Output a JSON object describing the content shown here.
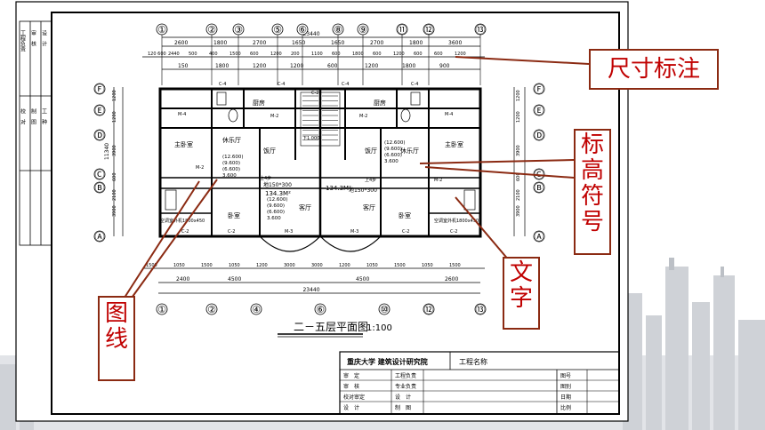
{
  "plan": {
    "title": "二－五层平面图",
    "scale": "1:100",
    "axis_top": [
      "①",
      "②",
      "③",
      "⑤",
      "⑥",
      "⑧",
      "⑨",
      "⑪",
      "⑫",
      "⑬"
    ],
    "axis_bottom": [
      "①",
      "②",
      "④",
      "⑥",
      "⑩",
      "⑫",
      "⑬"
    ],
    "axis_left": [
      "Ⓕ",
      "Ⓔ",
      "Ⓓ",
      "Ⓒ",
      "Ⓑ",
      "Ⓐ"
    ],
    "top_total": "23440",
    "top_dims_1": [
      "2600",
      "1800",
      "2700",
      "1650",
      "1650",
      "2700",
      "1800",
      "3600"
    ],
    "top_dims_2": [
      "120 600",
      "2440",
      "500",
      "400",
      "1500",
      "600",
      "1200",
      "200",
      "1100",
      "600",
      "1800",
      "600",
      "1200",
      "600",
      "600",
      "1200"
    ],
    "top_dims_3": [
      "150",
      "1800",
      "1200",
      "1200",
      "600",
      "1200",
      "1800",
      "900"
    ],
    "bottom_dims_1": [
      "1500",
      "1050",
      "1500",
      "1050",
      "1200",
      "3000",
      "3000",
      "1200",
      "1050",
      "1500",
      "1050",
      "1500"
    ],
    "bottom_dims_2": [
      "2400",
      "4500",
      "4500",
      "2600"
    ],
    "bottom_total": "23440",
    "left_dims": [
      "1200",
      "1200",
      "3900",
      "600",
      "2100",
      "3900"
    ],
    "left_total": "11340",
    "right_dims": [
      "1200",
      "1200",
      "3900",
      "600",
      "2100",
      "3900"
    ],
    "rooms": {
      "master_bedroom": "主卧室",
      "bedroom": "卧室",
      "living_room": "客厅",
      "dining_room": "饭厅",
      "kitchen": "厨房",
      "leisure_hall": "休乐厅",
      "area": "134.3M²",
      "tile": "地150*300",
      "up_steps": "上4步",
      "elevations": [
        "(12.600)",
        "(9.600)",
        "(6.600)",
        "3.600"
      ],
      "door_m": "M-2",
      "door_m3": "M-3",
      "door_m4": "M-4",
      "window_c": "C-2",
      "window_c4": "C-4",
      "stair_label": "下1.000",
      "ac_note": "空调室外机1800x450"
    },
    "side_block": [
      "工程负责",
      "审　核",
      "设　计",
      "校　对",
      "制　图",
      "工　种"
    ],
    "title_block": {
      "school": "重庆大学 建筑设计研究院",
      "project": "工程名称",
      "rows": [
        "审　定",
        "审　核",
        "校对审定",
        "设　计"
      ],
      "mid": [
        "工程负责",
        "专业负责",
        "设　计",
        "制　图"
      ],
      "right": [
        "图号",
        "图别",
        "日期",
        "比例"
      ]
    }
  },
  "callouts": {
    "dimension": "尺寸标注",
    "elevation": "标高符号",
    "text": "文字",
    "lines": "图线"
  },
  "colors": {
    "callout_text": "#c00000",
    "callout_border": "#8b2a12",
    "leader": "#8b2a12",
    "drawing_ink": "#000000",
    "skyline": "#d2d4d8"
  }
}
